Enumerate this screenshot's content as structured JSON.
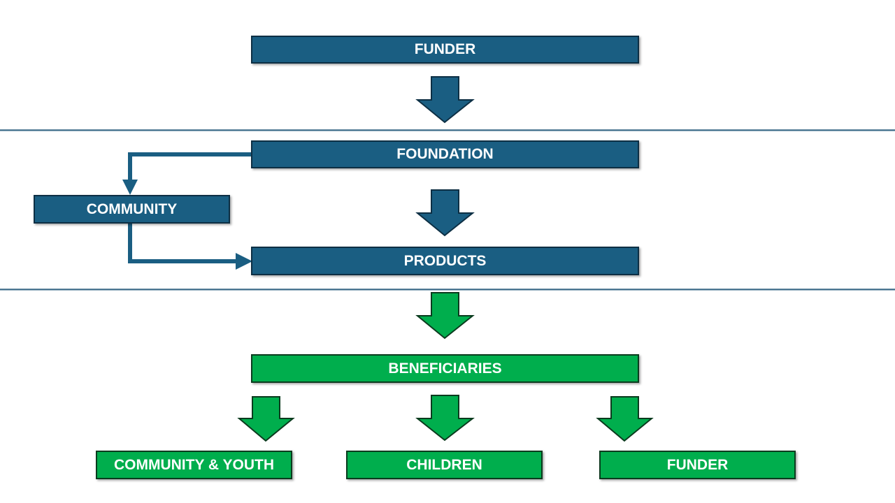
{
  "colors": {
    "blue": "#1a5e82",
    "green": "#00ae4d",
    "outline": "#0d2f44",
    "divider": "#1f5577"
  },
  "nodes": {
    "funder_top": "FUNDER",
    "foundation": "FOUNDATION",
    "community": "COMMUNITY",
    "products": "PRODUCTS",
    "beneficiaries": "BENEFICIARIES",
    "community_youth": "COMMUNITY & YOUTH",
    "children": "CHILDREN",
    "funder_bottom": "FUNDER"
  }
}
